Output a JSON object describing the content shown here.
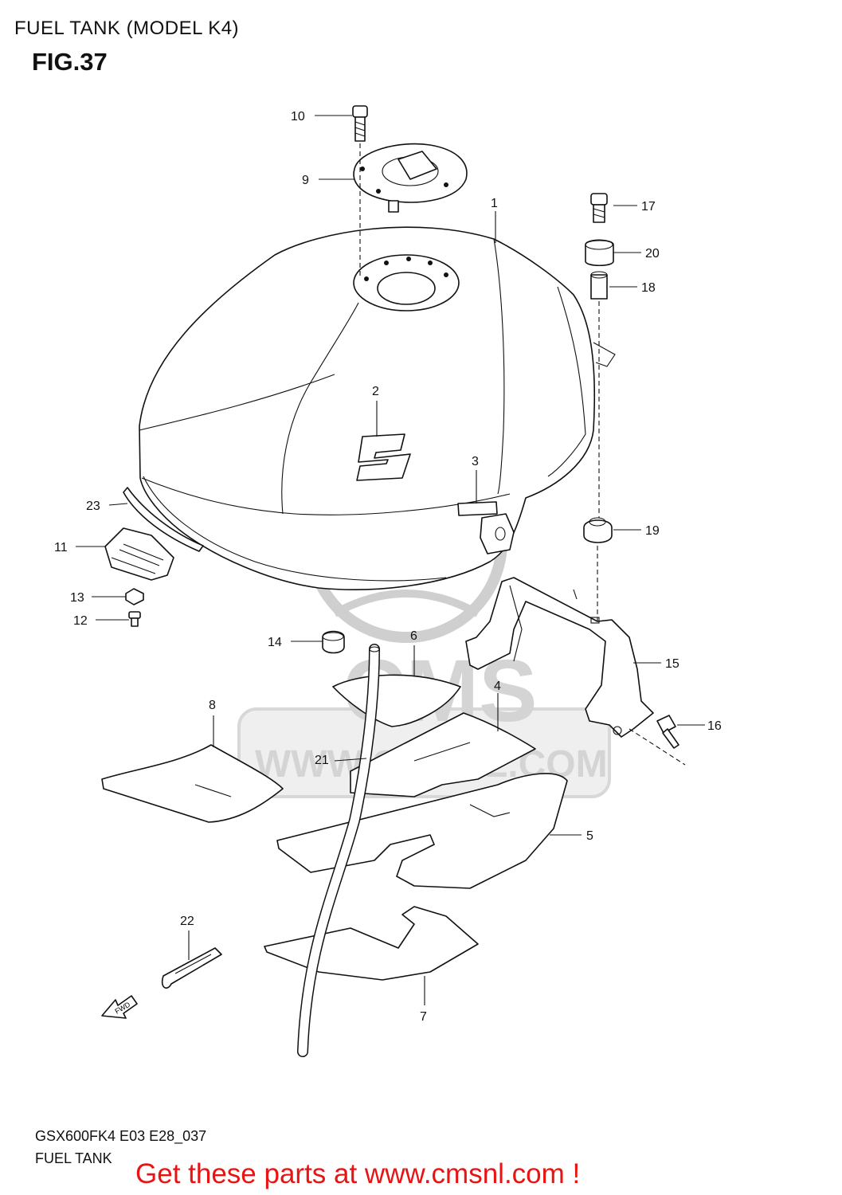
{
  "header": {
    "title": "FUEL TANK (MODEL K4)",
    "figure": "FIG.37"
  },
  "footer": {
    "model_code": "GSX600FK4 E03 E28_037",
    "section_name": "FUEL TANK",
    "call_to_action": "Get these parts at www.cmsnl.com !"
  },
  "watermark": {
    "brand": "CMS",
    "url": "WWW.CMSNL.COM"
  },
  "fwd_arrow": "FWD",
  "callouts": [
    {
      "id": "1",
      "label": "1"
    },
    {
      "id": "2",
      "label": "2"
    },
    {
      "id": "3",
      "label": "3"
    },
    {
      "id": "4",
      "label": "4"
    },
    {
      "id": "5",
      "label": "5"
    },
    {
      "id": "6",
      "label": "6"
    },
    {
      "id": "7",
      "label": "7"
    },
    {
      "id": "8",
      "label": "8"
    },
    {
      "id": "9",
      "label": "9"
    },
    {
      "id": "10",
      "label": "10"
    },
    {
      "id": "11",
      "label": "11"
    },
    {
      "id": "12",
      "label": "12"
    },
    {
      "id": "13",
      "label": "13"
    },
    {
      "id": "14",
      "label": "14"
    },
    {
      "id": "15",
      "label": "15"
    },
    {
      "id": "16",
      "label": "16"
    },
    {
      "id": "17",
      "label": "17"
    },
    {
      "id": "18",
      "label": "18"
    },
    {
      "id": "19",
      "label": "19"
    },
    {
      "id": "20",
      "label": "20"
    },
    {
      "id": "21",
      "label": "21"
    },
    {
      "id": "22",
      "label": "22"
    },
    {
      "id": "23",
      "label": "23"
    }
  ],
  "colors": {
    "line": "#111111",
    "background": "#ffffff",
    "watermark": "#cfcfcf",
    "call_to_action": "#e81414"
  }
}
